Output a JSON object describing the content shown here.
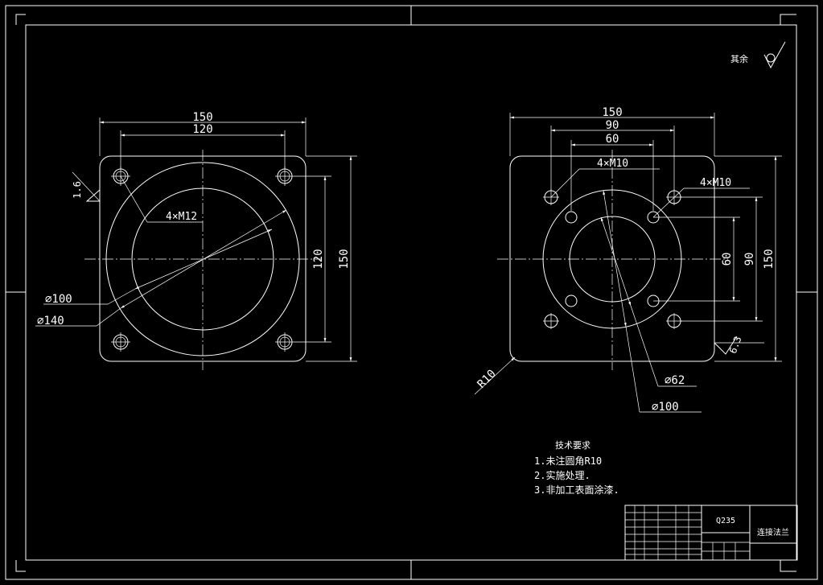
{
  "views": {
    "left": {
      "dims": {
        "width_outer": "150",
        "width_holes": "120",
        "height_holes": "120",
        "height_outer": "150",
        "thread": "4×M12",
        "dia_inner": "∅100",
        "dia_outer": "∅140",
        "roughness": "1.6"
      }
    },
    "right": {
      "dims": {
        "width_outer": "150",
        "width_mid": "90",
        "width_inner": "60",
        "thread_top": "4×M10",
        "thread_right": "4×M10",
        "height_inner": "60",
        "height_mid": "90",
        "height_outer": "150",
        "roughness": "6.3",
        "corner_radius": "R10",
        "dia_small": "∅62",
        "dia_large": "∅100"
      }
    }
  },
  "surface_note": {
    "label": "其余"
  },
  "tech_requirements": {
    "title": "技术要求",
    "items": [
      "1.未注圆角R10",
      "2.实施处理.",
      "3.非加工表面涂漆."
    ]
  },
  "title_block": {
    "material": "Q235",
    "part_name": "连接法兰"
  }
}
